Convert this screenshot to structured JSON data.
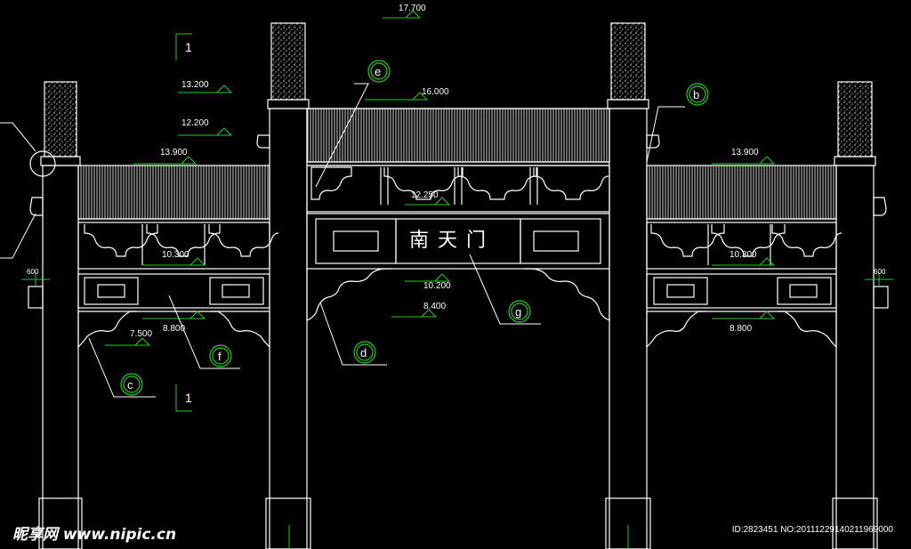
{
  "drawing": {
    "sign_text": "南天门",
    "levels": {
      "l17700": "17.700",
      "l16000": "16.000",
      "l13200": "13.200",
      "l12200": "12.200",
      "l13900a": "13.900",
      "l13900b": "13.900",
      "l12250": "12.250",
      "l10300a": "10.300",
      "l10300b": "10.300",
      "l10200": "10.200",
      "l8400": "8.400",
      "l8800a": "8.800",
      "l8800b": "8.800",
      "l7500": "7.500"
    },
    "callouts": {
      "b": "b",
      "c": "c",
      "d": "d",
      "e": "e",
      "f": "f",
      "g": "g"
    },
    "section_mark_top": "1",
    "section_mark_bottom": "1",
    "dim_left": "600",
    "dim_right": "600",
    "colors": {
      "line": "#ffffff",
      "level_mark": "#22cc22",
      "callout_ring": "#22cc22",
      "dim": "#22cc22"
    }
  },
  "watermark": {
    "brand": "昵享网 www.nipic.cn",
    "id_text": "ID:2823451 NO:20111229140211969000"
  }
}
